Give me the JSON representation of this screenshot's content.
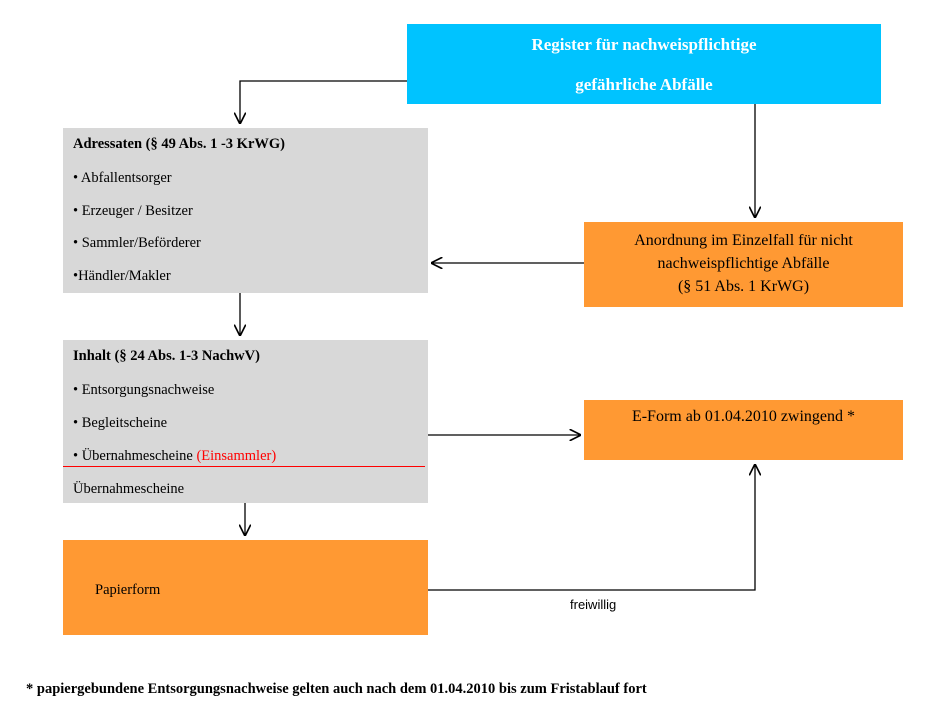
{
  "register": {
    "line1": "Register für nachweispflichtige",
    "line2": "gefährliche Abfälle"
  },
  "adressaten": {
    "title": "Adressaten (§ 49 Abs. 1 -3 KrWG)",
    "items": [
      "• Abfallentsorger",
      "• Erzeuger / Besitzer",
      "• Sammler/Beförderer",
      "•Händler/Makler"
    ]
  },
  "anordnung": {
    "line1": "Anordnung im Einzelfall für nicht",
    "line2": "nachweispflichtige Abfälle",
    "line3": "(§  51 Abs. 1 KrWG)"
  },
  "inhalt": {
    "title": "Inhalt (§ 24 Abs. 1-3 NachwV)",
    "items": [
      "• Entsorgungsnachweise",
      "• Begleitscheine",
      "• Übernahmescheine "
    ],
    "item3_red": "(Einsammler)",
    "extra": "Übernahmescheine"
  },
  "eform": {
    "label": "E-Form ab 01.04.2010 zwingend *"
  },
  "papierform": {
    "label": "Papierform"
  },
  "edge_label": "freiwillig",
  "footnote": "* papiergebundene Entsorgungsnachweise gelten auch nach dem 01.04.2010 bis zum Fristablauf  fort",
  "colors": {
    "register": "#00c3ff",
    "orange": "#ff9933",
    "grey": "#d8d8d8",
    "red": "#ff0000"
  }
}
